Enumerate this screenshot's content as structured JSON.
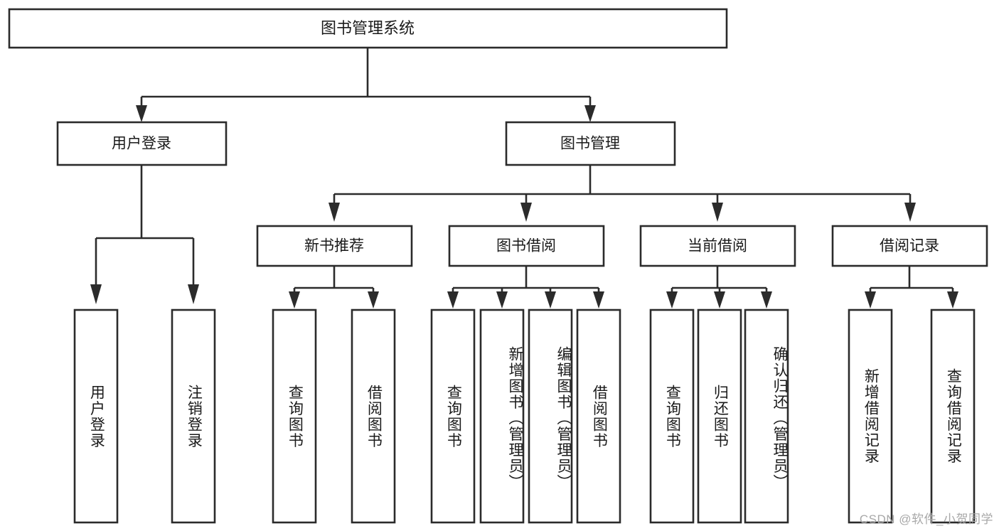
{
  "diagram": {
    "type": "tree-hierarchy",
    "title_node": {
      "label": "图书管理系统"
    },
    "level1": [
      {
        "id": "user-login",
        "label": "用户登录"
      },
      {
        "id": "book-management",
        "label": "图书管理"
      }
    ],
    "level2": [
      {
        "id": "new-book-recommend",
        "label": "新书推荐",
        "parent": "book-management"
      },
      {
        "id": "book-borrow",
        "label": "图书借阅",
        "parent": "book-management"
      },
      {
        "id": "current-borrow",
        "label": "当前借阅",
        "parent": "book-management"
      },
      {
        "id": "borrow-record",
        "label": "借阅记录",
        "parent": "book-management"
      }
    ],
    "leaves": {
      "user_login": [
        {
          "id": "leaf-user-login",
          "label": "用户登录"
        },
        {
          "id": "leaf-logout",
          "label": "注销登录"
        }
      ],
      "new_book_recommend": [
        {
          "id": "leaf-query-book-1",
          "label": "查询图书"
        },
        {
          "id": "leaf-borrow-book-1",
          "label": "借阅图书"
        }
      ],
      "book_borrow": [
        {
          "id": "leaf-query-book-2",
          "label": "查询图书"
        },
        {
          "id": "leaf-add-book",
          "label": "新增图书（管理员）"
        },
        {
          "id": "leaf-edit-book",
          "label": "编辑图书（管理员）"
        },
        {
          "id": "leaf-borrow-book-2",
          "label": "借阅图书"
        }
      ],
      "current_borrow": [
        {
          "id": "leaf-query-book-3",
          "label": "查询图书"
        },
        {
          "id": "leaf-return-book",
          "label": "归还图书"
        },
        {
          "id": "leaf-confirm-return",
          "label": "确认归还（管理员）"
        }
      ],
      "borrow_record": [
        {
          "id": "leaf-add-record",
          "label": "新增借阅记录"
        },
        {
          "id": "leaf-query-record",
          "label": "查询借阅记录"
        }
      ]
    }
  },
  "watermark": {
    "text": "CSDN @软件_小贺同学"
  },
  "colors": {
    "box_stroke": "#2b2b2b",
    "box_fill": "#ffffff",
    "text": "#1a1a1a",
    "background": "#ffffff",
    "watermark": "#a8a8a8"
  }
}
